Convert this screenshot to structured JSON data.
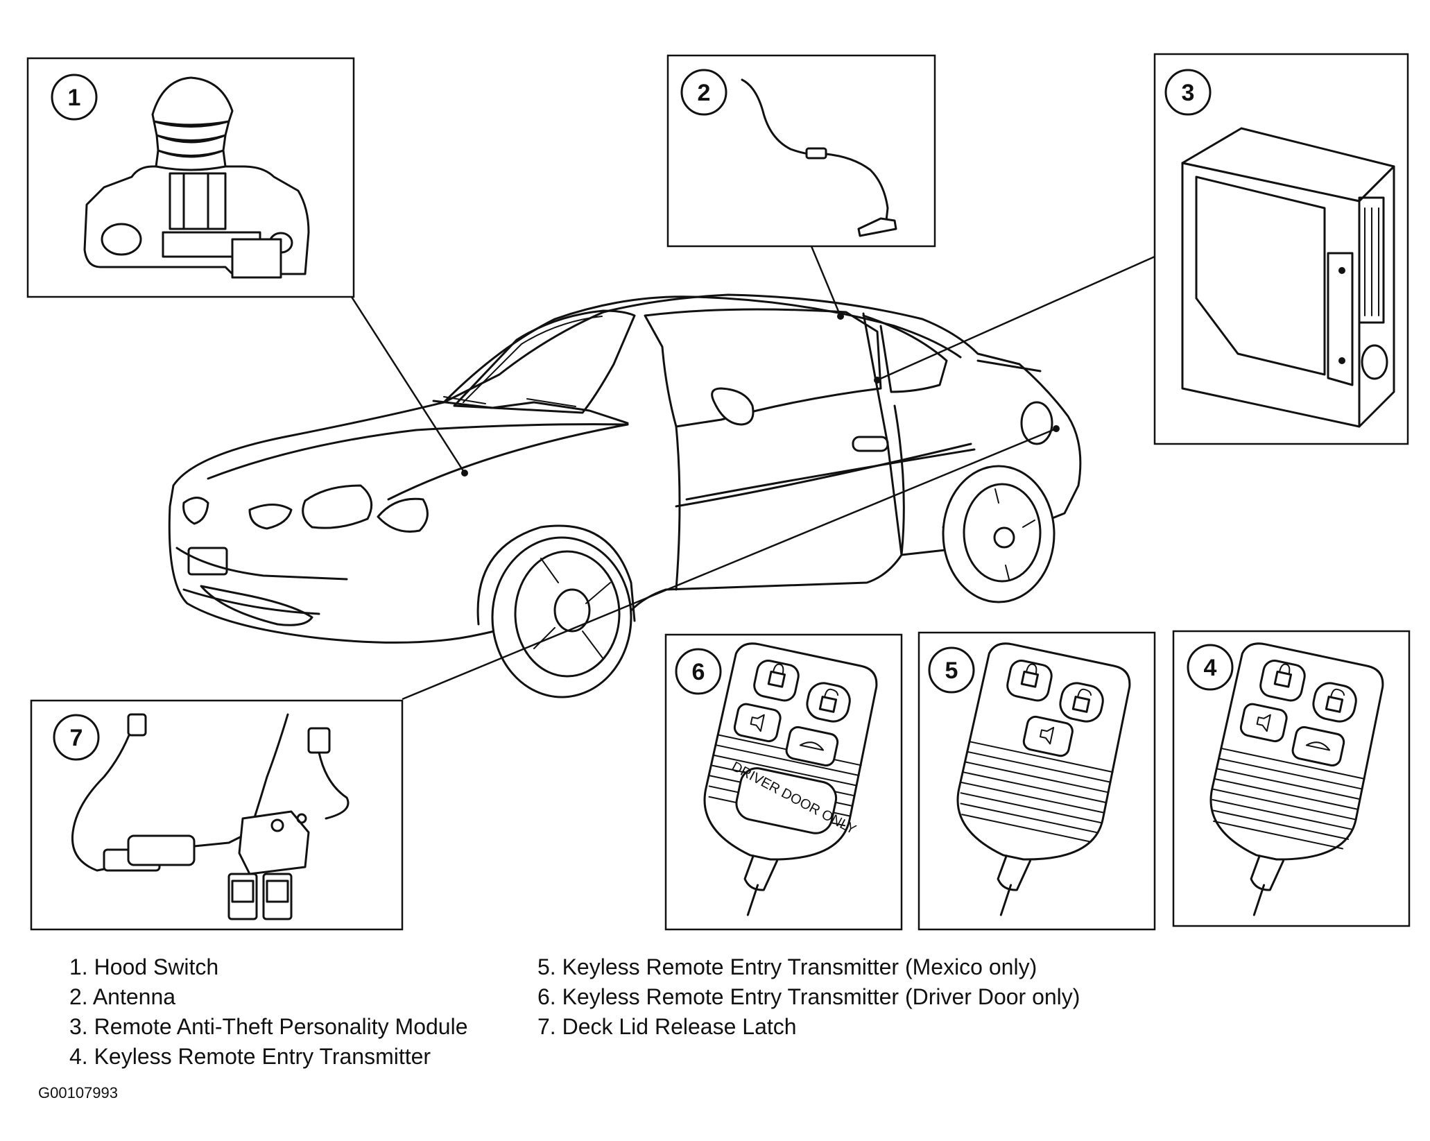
{
  "callouts": {
    "c1": "1",
    "c2": "2",
    "c3": "3",
    "c4": "4",
    "c5": "5",
    "c6": "6",
    "c7": "7"
  },
  "fob_label": "DRIVER DOOR ONLY",
  "legend": {
    "left": [
      "1. Hood Switch",
      "2. Antenna",
      "3. Remote Anti-Theft Personality Module",
      "4. Keyless Remote Entry Transmitter"
    ],
    "right": [
      "5. Keyless Remote Entry Transmitter (Mexico only)",
      "6. Keyless Remote Entry Transmitter (Driver Door only)",
      "7. Deck Lid Release Latch"
    ]
  },
  "figure_code": "G00107993",
  "colors": {
    "ink": "#111111",
    "background": "#ffffff"
  }
}
